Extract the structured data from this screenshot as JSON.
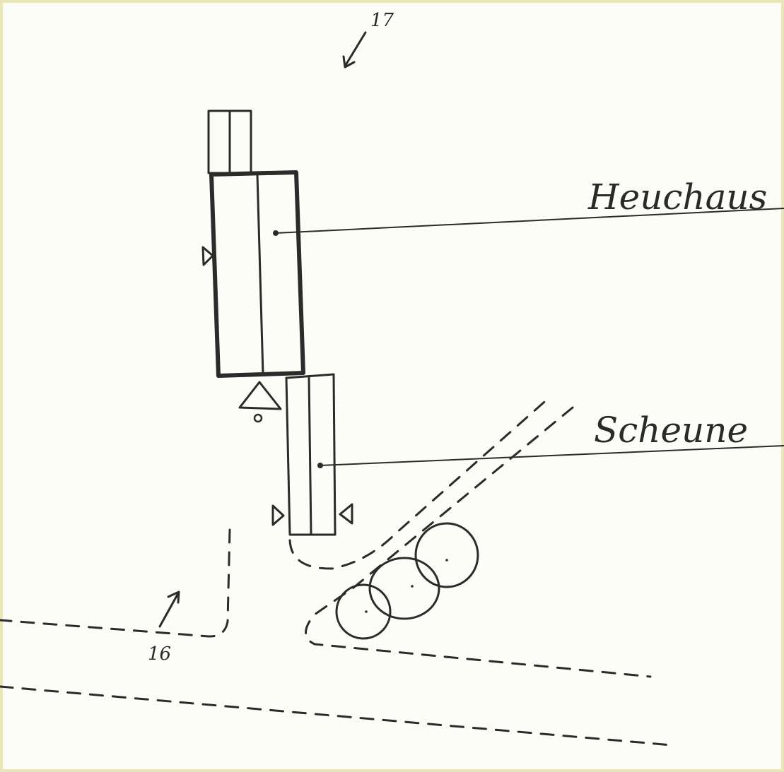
{
  "labels": {
    "house": "Heuchaus",
    "barn": "Scheune",
    "ref_17": "17",
    "ref_16": "16"
  },
  "colors": {
    "paper": "#fdfdf7",
    "ink": "#2b2b2b",
    "border": "#e9e6b8"
  }
}
